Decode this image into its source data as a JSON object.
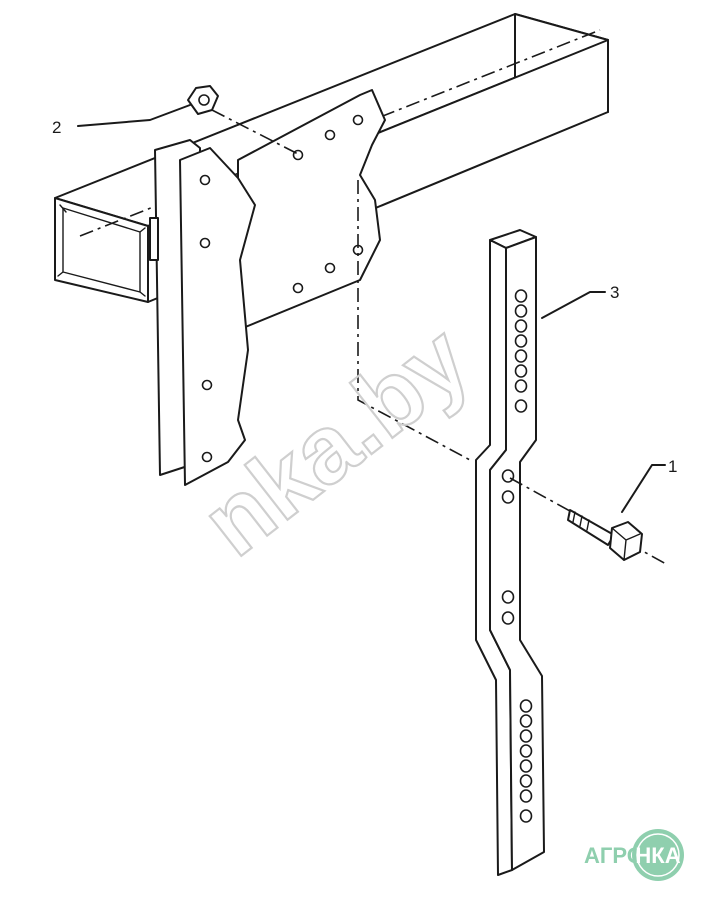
{
  "callouts": [
    {
      "label": "1"
    },
    {
      "label": "2"
    },
    {
      "label": "3"
    }
  ],
  "watermark": {
    "text": "nka.by"
  },
  "logo": {
    "left": "АГРО",
    "right": "НКА",
    "color_left": "#8fcfae",
    "color_circle": "#8fcfae"
  }
}
